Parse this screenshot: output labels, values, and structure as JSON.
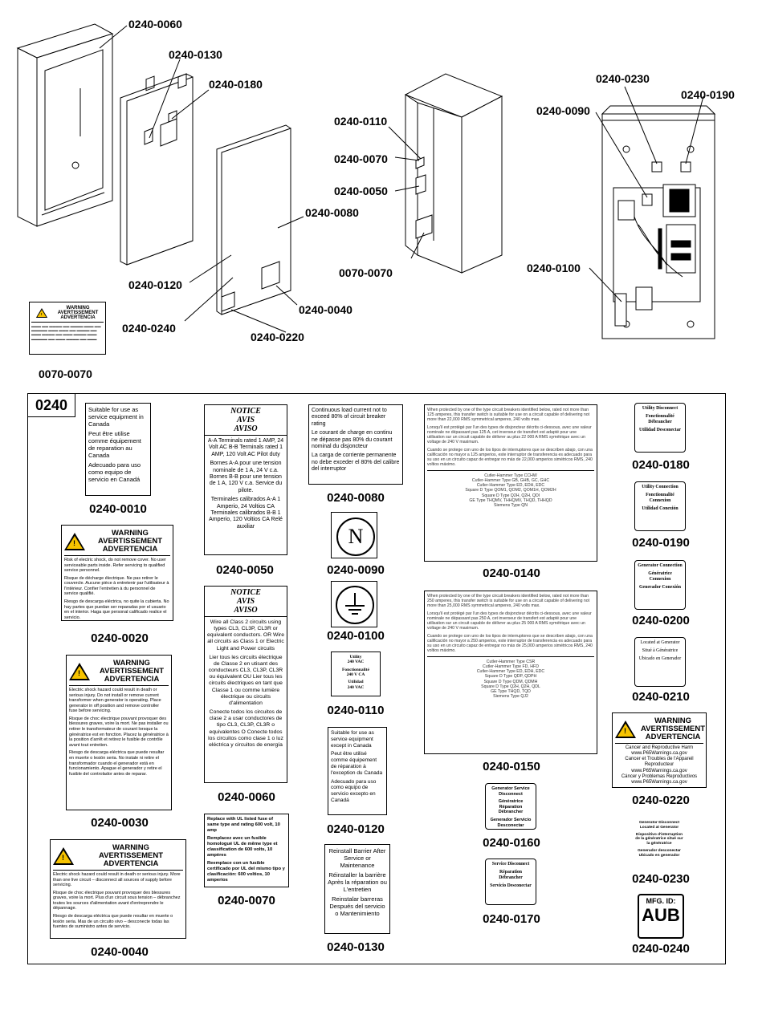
{
  "callouts": {
    "c0060": "0240-0060",
    "c0130": "0240-0130",
    "c0180": "0240-0180",
    "c0110": "0240-0110",
    "c0070": "0240-0070",
    "c0050": "0240-0050",
    "c0080": "0240-0080",
    "c0070b": "0070-0070",
    "c0120": "0240-0120",
    "c0240": "0240-0240",
    "c0040": "0240-0040",
    "c0220": "0240-0220",
    "c0230": "0240-0230",
    "c0190": "0240-0190",
    "c0090": "0240-0090",
    "c0100": "0240-0100",
    "kit": "0070-0070"
  },
  "kit_label": {
    "head": "WARNING\nAVERTISSEMENT\nADVERTENCIA"
  },
  "panel": {
    "title": "0240"
  },
  "parts": {
    "p0010": "0240-0010",
    "p0020": "0240-0020",
    "p0030": "0240-0030",
    "p0040": "0240-0040",
    "p0050": "0240-0050",
    "p0060": "0240-0060",
    "p0070": "0240-0070",
    "p0080": "0240-0080",
    "p0090": "0240-0090",
    "p0100": "0240-0100",
    "p0110": "0240-0110",
    "p0120": "0240-0120",
    "p0130": "0240-0130",
    "p0140": "0240-0140",
    "p0150": "0240-0150",
    "p0160": "0240-0160",
    "p0170": "0240-0170",
    "p0180": "0240-0180",
    "p0190": "0240-0190",
    "p0200": "0240-0200",
    "p0210": "0240-0210",
    "p0220": "0240-0220",
    "p0230": "0240-0230",
    "p0240": "0240-0240"
  },
  "labels": {
    "l0010": {
      "en": "Suitable for use as service equipment in Canada",
      "fr": "Peut être utilise comme équipement de reparation au Canada",
      "es": "Adecuado para uso como equipo de servicio en Canadá"
    },
    "warn": {
      "w": "WARNING",
      "a": "AVERTISSEMENT",
      "ad": "ADVERTENCIA"
    },
    "l0020": {
      "en": "Risk of electric shock, do not remove cover. No user serviceable parts inside. Refer servicing to qualified service personnel.",
      "fr": "Risque de décharge électrique. Ne pas retirer le couvercle. Aucune pièce à entretenir par l'utilisateur à l'intérieur. Confier l'entretien à du personnel de service qualifié.",
      "es": "Riesgo de descarga eléctrica, no quite la cubierta. No hay partes que puedan ser reparadas por el usuario en el interior. Haga que personal calificado realice el servicio."
    },
    "l0030": {
      "en": "Electric shock hazard could result in death or serious injury. Do not install or remove current transformer when generator is operating. Place generator in off position and remove controller fuse before servicing.",
      "fr": "Risque de choc électrique pouvant provoquer des blessures graves, voire la mort. Ne pas installer ou retirer le transformateur de courant lorsque la génératrice est en fonction. Placez la génératrice à la position d'arrêt et retirez le fusible de contrôle avant tout entretien.",
      "es": "Riesgo de descarga eléctrica que puede resultar en muerte o lesión seria. No instale ni retire el transformador cuando el generador está en funcionamiento. Apague el generador y retire el fusible del controlador antes de reparar."
    },
    "l0040": {
      "en": "Electric shock hazard could result in death or serious injury. More than one live circuit – disconnect all sources of supply before servicing.",
      "fr": "Risque de choc électrique pouvant provoquer des blessures graves, voire la mort. Plus d'un circuit sous tension – débranchez toutes les sources d'alimentation avant d'entreprendre le dépannage.",
      "es": "Riesgo de descarga eléctrica que puede resultar en muerte o lesión seria. Mas de un circuito vivo – desconecte todas las fuentes de suministro antes de servicio."
    },
    "l0050": {
      "h1": "NOTICE",
      "h2": "AVIS",
      "h3": "AVISO",
      "en": "A-A Terminals rated 1 AMP, 24 Volt AC B-B Terminals rated 1 AMP, 120 Volt AC Pilot duty",
      "fr": "Bornes A-A pour une tension nominale de 1 A, 24 V c.a. Bornes B-B pour une tension de 1 A, 120 V c.a. Service du pilote.",
      "es": "Terminales calibrados A-A 1 Amperio, 24 Voltios CA Terminales calibrados B-B 1 Amperio, 120 Voltios CA Relé auxiliar"
    },
    "l0060": {
      "h1": "NOTICE",
      "h2": "AVIS",
      "h3": "AVISO",
      "en": "Wire all Class 2 circuits using types CL3, CL3P, CL3R or equivalent conductors. OR Wire all circuits as Class 1 or Electric Light and Power circuits",
      "fr": "Lier tous les circuits électrique de Classe 2 en utisant des conducteurs CL3, CL3P, CL3R ou équivalent OU Lier tous les circuits électriques en tant que Classe 1 ou comme lumière électrique ou circuits d'alimentation",
      "es": "Conecte todos los circuitos de clase 2 a usar conductores de tipo CL3, CL3P, CL3R o equivalentes O Conecte todos los circuitos como clase 1 o luz eléctrica y circuitos de energía"
    },
    "l0070": {
      "en": "Replace with UL listed fuse of same type and rating 600 volt, 10 amp",
      "fr": "Remplacez avec un fusible homologué UL de même type et classification de 600 volts, 10 ampères",
      "es": "Reemplace con un fusible certificado por UL del mismo tipo y clasificación: 600 voltios, 10 amperios"
    },
    "l0080": {
      "en": "Continuous load current not to exceed 80% of circuit breaker rating",
      "fr": "Le courant de charge en continu ne dépasse pas 80% du courant nominal du disjoncteur",
      "es": "La carga de corriente permanente no debe exceder el 80% del calibre del interruptor"
    },
    "l0090": {
      "sym": "N"
    },
    "l0110": {
      "a": "Utility",
      "b": "240 VAC",
      "c": "Fonctionnalité",
      "d": "240 V CA",
      "e": "Utilidad",
      "f": "240 VAC"
    },
    "l0120": {
      "en": "Suitable for use as service equipment except in Canada",
      "fr": "Peut être utilisé comme équipement de réparation à l'exception du Canada",
      "es": "Adecuado para uso como equipo de servicio excepto en Canadá"
    },
    "l0130": {
      "en": "Reinstall Barrier After Service or Maintenance",
      "fr": "Réinstaller la barrière Après la réparation ou L'entretien",
      "es": "Reinstalar barreras Después del servicio o Mantenimiento"
    },
    "l0140": {
      "p1": "When protected by one of the type circuit breakers identified below, rated not more than 125 amperes, this transfer switch is suitable for use on a circuit capable of delivering not more than 22,000 RMS symmetrical amperes, 240 volts max.",
      "p2": "Lorsqu'il est protégé par l'un des types de disjoncteur décrits ci-dessous, avec une valeur nominale ne dépassant pas 125 A, cet inverseur de transfert est adapté pour une utilisation sur un circuit capable de délivrer au plus 22 000 A RMS symétrique avec un voltage de 240 V maximum.",
      "p3": "Cuando se protege con uno de los tipos de interruptores que se describen abajo, con una calificación no mayor a 125 amperios, este interruptor de transferencia es adecuado para su uso en un circuito capaz de entregar no más de 22,000 amperios simétricos RMS, 240 voltios máximo.",
      "t1": "Cutler-Hammer Type CCHW",
      "t2": "Cutler-Hammer Type GB, GHB, GC, GHC",
      "t3": "Cutler-Hammer Type ED, EDH, EDC",
      "t4": "Square D Type QOM1, QOM2, QOM1H, QOM2H",
      "t5": "Square D Type Q2H, Q2H, QDI",
      "t6": "GE Type THQMV, THHQMV, THQD, THHQD",
      "t7": "Siemens Type QN"
    },
    "l0150": {
      "p1": "When protected by one of the type circuit breakers identified below, rated not more than 250 amperes, this transfer switch is suitable for use on a circuit capable of delivering not more than 25,000 RMS symmetrical amperes, 240 volts max.",
      "p2": "Lorsqu'il est protégé par l'un des types de disjoncteur décrits ci-dessous, avec une valeur nominale ne dépassant pas 250 A, cet inverseur de transfert est adapté pour une utilisation sur un circuit capable de délivrer au plus 25 000 A RMS symétrique avec un voltage de 240 V maximum.",
      "p3": "Cuando se protege con uno de los tipos de interruptores que se describen abajo, con una calificación no mayor a 250 amperios, este interruptor de transferencia es adecuado para su uso en un circuito capaz de entregar no más de 25,000 amperios simétricos RMS, 240 voltios máximo.",
      "t1": "Cutler-Hammer Type CSR",
      "t2": "Cutler-Hammer Type FD, HFD",
      "t3": "Cutler-Hammer Type ED, EDH, EDC",
      "t4": "Square D Type QDP, QDPH",
      "t5": "Square D Type QDM, QDMH",
      "t6": "Square D Type Q2H, Q2H, QDL",
      "t7": "GE Type THQD, TQD",
      "t8": "Siemens Type QJ2"
    },
    "l0160": {
      "a": "Generator Service Disconnect",
      "b": "Génératrice Réparation Débrancher",
      "c": "Generador Servicio Desconectar"
    },
    "l0170": {
      "a": "Service Disconnect",
      "b": "Réparation Débrancher",
      "c": "Servicio Desconectar"
    },
    "l0180": {
      "a": "Utility Disconnect",
      "b": "Fonctionnalité Débrancher",
      "c": "Utilidad Desconectar"
    },
    "l0190": {
      "a": "Utility Connection",
      "b": "Fonctionnalité Connexion",
      "c": "Utilidad Conexión"
    },
    "l0200": {
      "a": "Generator Connection",
      "b": "Génératrice Connexion",
      "c": "Generador Conexión"
    },
    "l0210": {
      "a": "Located at Generator",
      "b": "Situé à Génératrice",
      "c": "Ubicado en Generador"
    },
    "l0220": {
      "a": "Cancer and Reproductive Harm",
      "b": "www.P65Warnings.ca.gov",
      "c": "Cancer et Troubles de l'Appareil Reproducteur",
      "d": "www.P65Warnings.ca.gov",
      "e": "Cáncer y Problemas Reproductivos",
      "f": "www.P65Warnings.ca.gov"
    },
    "l0230": {
      "a": "Generator Disconnect Located at Generator",
      "b": "Dispositivo d'interruption de la génératrice situé sur la génératrice",
      "c": "Generador desconectar Ubicado en generador"
    },
    "l0240": {
      "a": "MFG. ID:",
      "b": "AUB"
    }
  }
}
